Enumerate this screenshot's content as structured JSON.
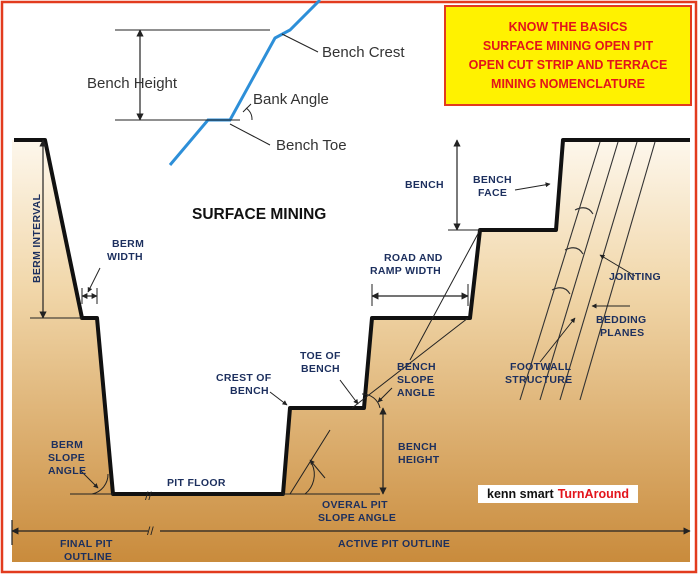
{
  "banner": {
    "line1": "KNOW THE BASICS",
    "line2": "SURFACE MINING OPEN PIT",
    "line3": "OPEN CUT STRIP AND TERRACE",
    "line4": "MINING NOMENCLATURE"
  },
  "inset": {
    "bench_crest": "Bench Crest",
    "bench_height": "Bench Height",
    "bank_angle": "Bank Angle",
    "bench_toe": "Bench Toe"
  },
  "title": "SURFACE MINING",
  "labels": {
    "berm_interval": "BERM INTERVAL",
    "berm_width_1": "BERM",
    "berm_width_2": "WIDTH",
    "berm_slope_1": "BERM",
    "berm_slope_2": "SLOPE",
    "berm_slope_3": "ANGLE",
    "pit_floor": "PIT FLOOR",
    "final_pit_1": "FINAL PIT",
    "final_pit_2": "OUTLINE",
    "active_pit": "ACTIVE PIT OUTLINE",
    "crest_1": "CREST OF",
    "crest_2": "BENCH",
    "toe_1": "TOE OF",
    "toe_2": "BENCH",
    "bench_slope_1": "BENCH",
    "bench_slope_2": "SLOPE",
    "bench_slope_3": "ANGLE",
    "bench_height_1": "BENCH",
    "bench_height_2": "HEIGHT",
    "overall_1": "OVERAL PIT",
    "overall_2": "SLOPE ANGLE",
    "road_1": "ROAD AND",
    "road_2": "RAMP WIDTH",
    "bench": "BENCH",
    "bench_face_1": "BENCH",
    "bench_face_2": "FACE",
    "jointing": "JOINTING",
    "bedding_1": "BEDDING",
    "bedding_2": "PLANES",
    "footwall_1": "FOOTWALL",
    "footwall_2": "STRUCTURE"
  },
  "credit": {
    "name": "kenn smart",
    "brand": "TurnAround"
  },
  "colors": {
    "banner_bg": "#fff200",
    "banner_text": "#e3141b",
    "frame_border": "#e23b1e",
    "earth_light": "#fbf3e4",
    "earth_dark": "#c98c3e",
    "label_text": "#1c2f5e",
    "inset_line": "#2d8fd8"
  }
}
